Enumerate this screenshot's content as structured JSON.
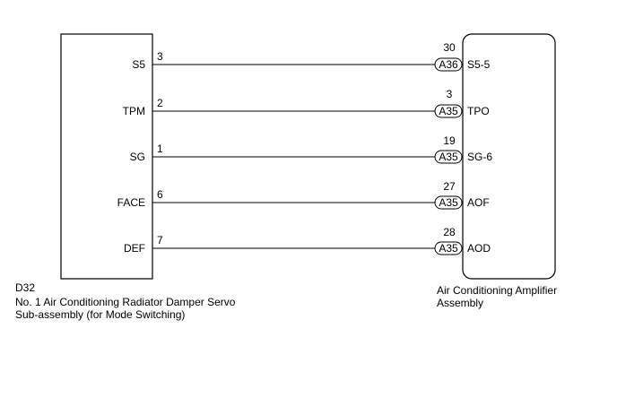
{
  "left_component": {
    "code": "D32",
    "name_line1": "No. 1 Air Conditioning Radiator Damper Servo",
    "name_line2": "Sub-assembly (for Mode Switching)"
  },
  "right_component": {
    "name_line1": "Air Conditioning Amplifier",
    "name_line2": "Assembly"
  },
  "wires": [
    {
      "left_label": "S5",
      "left_pin": "3",
      "connector": "A36",
      "right_pin": "30",
      "right_label": "S5-5"
    },
    {
      "left_label": "TPM",
      "left_pin": "2",
      "connector": "A35",
      "right_pin": "3",
      "right_label": "TPO"
    },
    {
      "left_label": "SG",
      "left_pin": "1",
      "connector": "A35",
      "right_pin": "19",
      "right_label": "SG-6"
    },
    {
      "left_label": "FACE",
      "left_pin": "6",
      "connector": "A35",
      "right_pin": "27",
      "right_label": "AOF"
    },
    {
      "left_label": "DEF",
      "left_pin": "7",
      "connector": "A35",
      "right_pin": "28",
      "right_label": "AOD"
    }
  ]
}
